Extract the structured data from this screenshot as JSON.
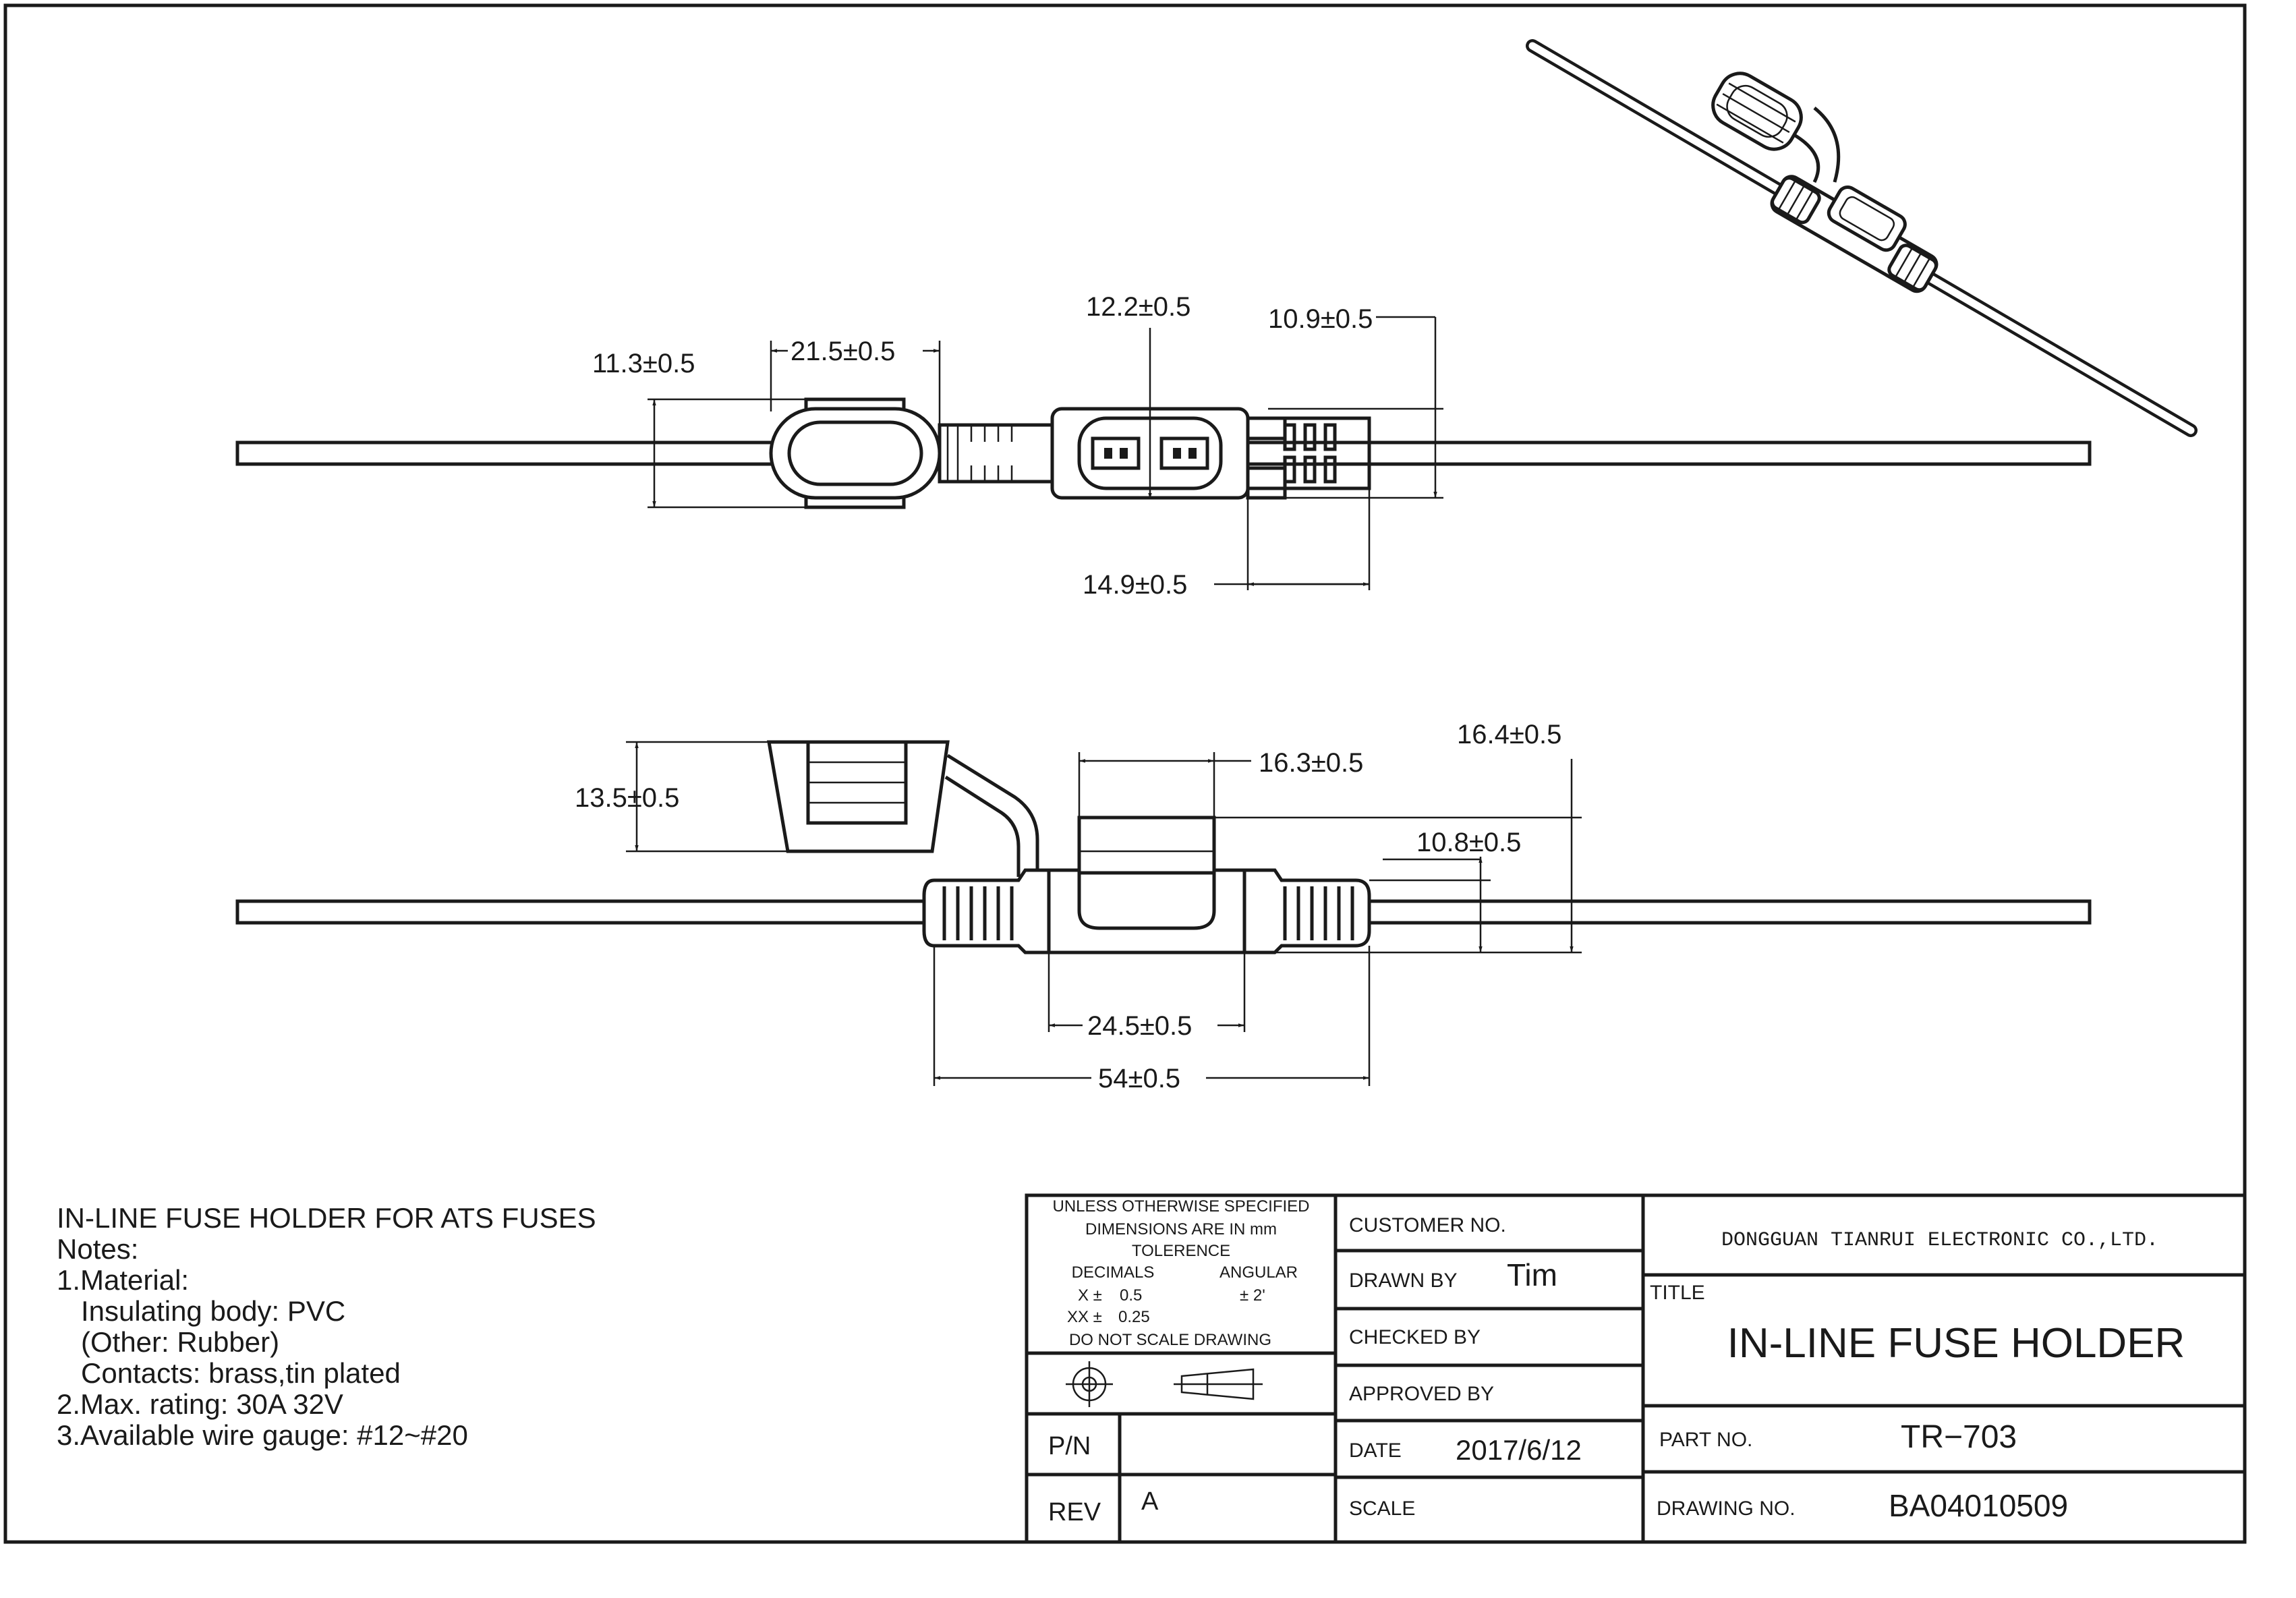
{
  "dimensions": {
    "top_view": {
      "d1": "11.3±0.5",
      "d2": "21.5±0.5",
      "d3": "12.2±0.5",
      "d4": "10.9±0.5",
      "d5": "14.9±0.5"
    },
    "side_view": {
      "d1": "13.5±0.5",
      "d2": "16.3±0.5",
      "d3": "16.4±0.5",
      "d4": "10.8±0.5",
      "d5": "24.5±0.5",
      "d6": "54±0.5"
    }
  },
  "notes": {
    "heading": "IN-LINE FUSE HOLDER FOR ATS FUSES",
    "label": "Notes:",
    "lines": [
      "1.Material:",
      "Insulating body: PVC",
      "(Other: Rubber)",
      "Contacts: brass,tin plated",
      "2.Max. rating: 30A 32V",
      "3.Available wire gauge: #12~#20"
    ]
  },
  "title_block": {
    "spec": {
      "line1": "UNLESS OTHERWISE SPECIFIED",
      "line2": "DIMENSIONS ARE IN mm",
      "line3": "TOLERENCE",
      "decimals": "DECIMALS",
      "angular": "ANGULAR",
      "x_label": "X ±",
      "x_value": "0.5",
      "angular_value": "± 2'",
      "xx_label": "XX ±",
      "xx_value": "0.25",
      "note": "DO NOT SCALE DRAWING"
    },
    "pn_label": "P/N",
    "rev_label": "REV",
    "rev_value": "A",
    "customer_no_label": "CUSTOMER NO.",
    "drawn_by_label": "DRAWN BY",
    "drawn_by_value": "Tim",
    "checked_by_label": "CHECKED BY",
    "approved_by_label": "APPROVED BY",
    "date_label": "DATE",
    "date_value": "2017/6/12",
    "scale_label": "SCALE",
    "company": "DONGGUAN TIANRUI ELECTRONIC CO.,LTD.",
    "title_label": "TITLE",
    "title_value": "IN-LINE FUSE HOLDER",
    "part_no_label": "PART NO.",
    "part_no_value": "TR−703",
    "drawing_no_label": "DRAWING NO.",
    "drawing_no_value": "BA04010509"
  }
}
